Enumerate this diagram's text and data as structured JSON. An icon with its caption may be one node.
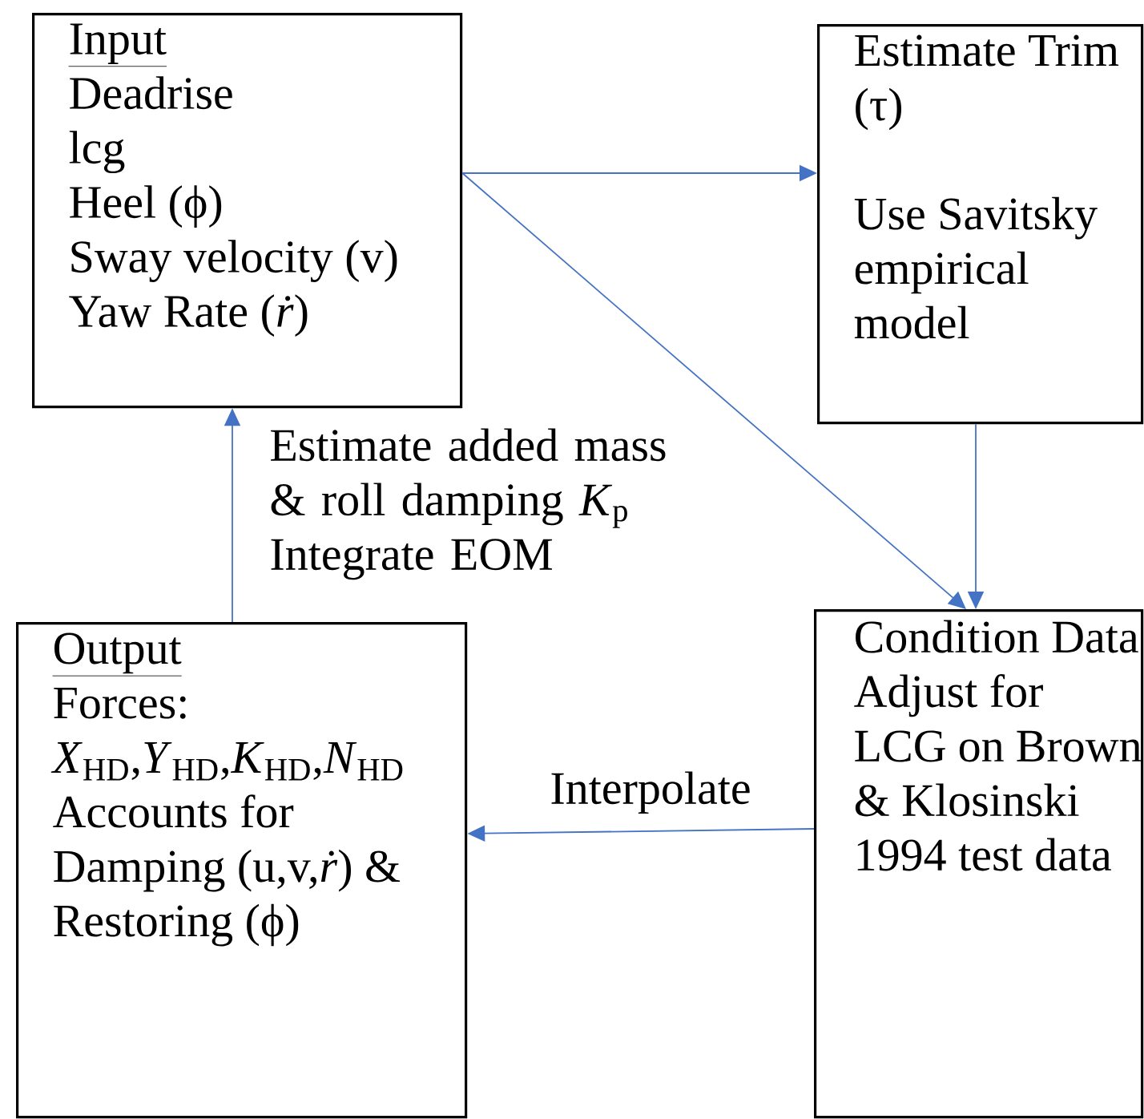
{
  "diagram": {
    "nodes": [
      {
        "text": [
          "Input",
          "Deadrise",
          "lcg",
          "Heel (ϕ)",
          "Sway velocity (v)",
          "Yaw Rate (*ṙ*)"
        ]
      },
      {
        "text": [
          "Estimate Trim (τ)",
          "Use Savitsky empirical model"
        ]
      },
      {
        "text": [
          "Condition Data",
          "Adjust for LCG on Brown & Klosinski 1994 test data"
        ]
      },
      {
        "text": [
          "Output",
          "Forces:",
          "*X*$_{HD}$,*Y*$_{HD}$,*K*$_{HD}$,*N*$_{HD}$",
          "Accounts for Damping (u,v,*ṙ*) & Restoring (ϕ)"
        ]
      }
    ],
    "edges": [
      {
        "from": 0,
        "to": 1,
        "arrow": "to"
      },
      {
        "from": 0,
        "to": 2,
        "arrow": "to"
      },
      {
        "from": 1,
        "to": 2,
        "arrow": "to"
      },
      {
        "from": 2,
        "to": 3,
        "arrow": "to",
        "label": "Interpolate"
      },
      {
        "from": 3,
        "to": 0,
        "arrow": "to",
        "label": "Estimate added mass & roll damping *K*$_{p}$ Integrate EOM"
      }
    ]
  }
}
